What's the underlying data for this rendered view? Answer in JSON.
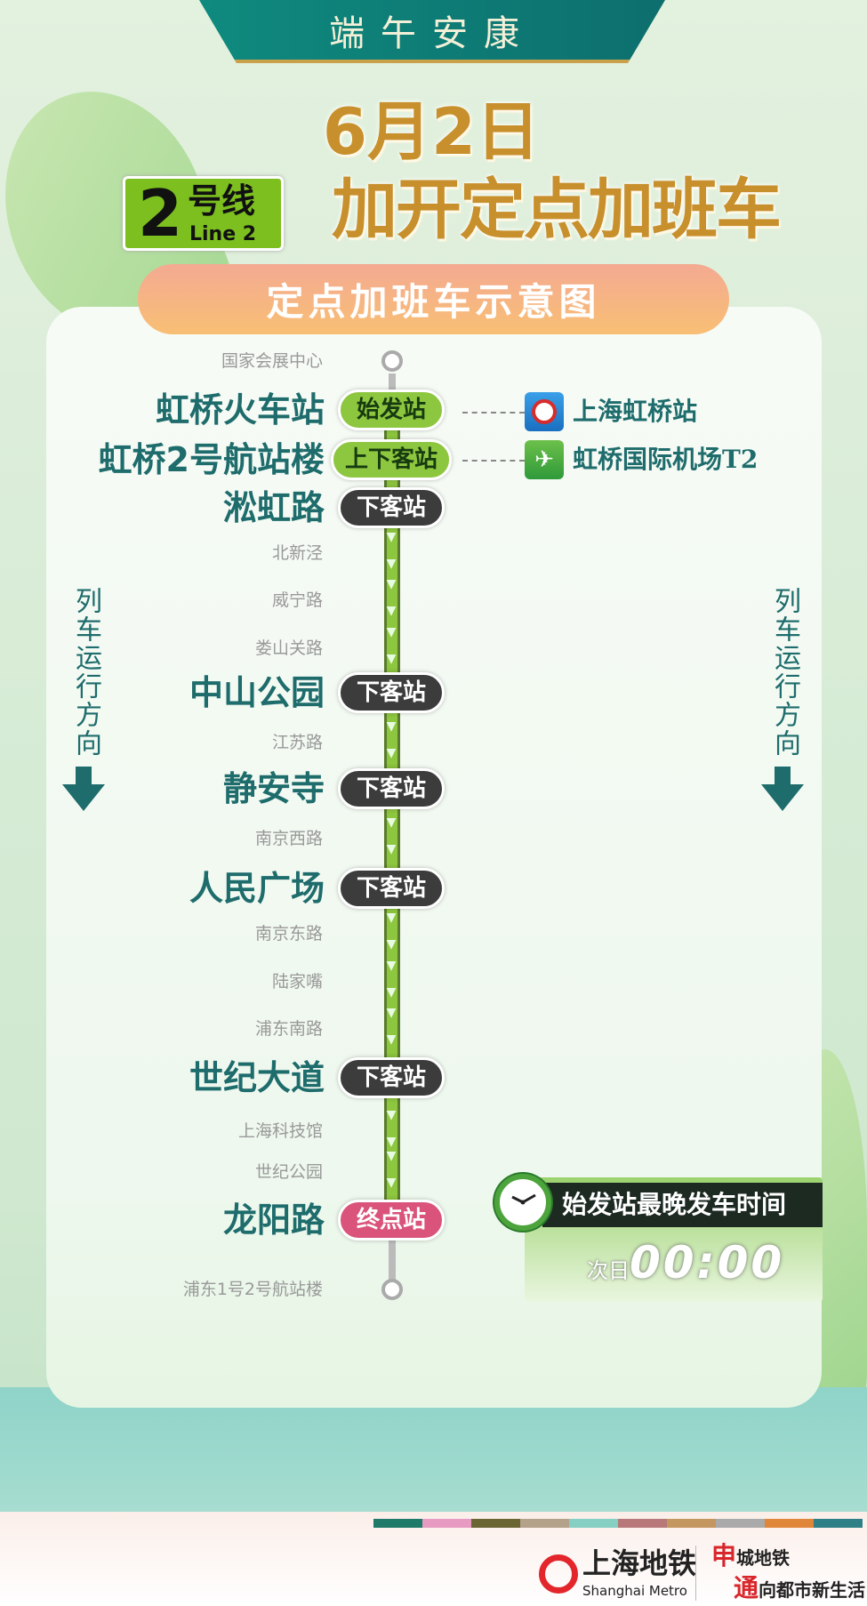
{
  "banner": "端午安康",
  "date": "6月2日",
  "headline": "加开定点加班车",
  "line_badge": {
    "number": "2",
    "cn": "号线",
    "en": "Line 2",
    "color": "#7cbf1f"
  },
  "subtitle": "定点加班车示意图",
  "direction_label": "列车运行方向",
  "stations": [
    {
      "name": "国家会展中心",
      "kind": "terminal-minor"
    },
    {
      "name": "虹桥火车站",
      "kind": "major",
      "tag": "始发站",
      "tag_type": "start"
    },
    {
      "name": "虹桥2号航站楼",
      "kind": "major",
      "tag": "上下客站",
      "tag_type": "start"
    },
    {
      "name": "淞虹路",
      "kind": "major",
      "tag": "下客站",
      "tag_type": "drop"
    },
    {
      "name": "北新泾",
      "kind": "minor"
    },
    {
      "name": "威宁路",
      "kind": "minor"
    },
    {
      "name": "娄山关路",
      "kind": "minor"
    },
    {
      "name": "中山公园",
      "kind": "major",
      "tag": "下客站",
      "tag_type": "drop"
    },
    {
      "name": "江苏路",
      "kind": "minor"
    },
    {
      "name": "静安寺",
      "kind": "major",
      "tag": "下客站",
      "tag_type": "drop"
    },
    {
      "name": "南京西路",
      "kind": "minor"
    },
    {
      "name": "人民广场",
      "kind": "major",
      "tag": "下客站",
      "tag_type": "drop"
    },
    {
      "name": "南京东路",
      "kind": "minor"
    },
    {
      "name": "陆家嘴",
      "kind": "minor"
    },
    {
      "name": "浦东南路",
      "kind": "minor"
    },
    {
      "name": "世纪大道",
      "kind": "major",
      "tag": "下客站",
      "tag_type": "drop"
    },
    {
      "name": "上海科技馆",
      "kind": "minor"
    },
    {
      "name": "世纪公园",
      "kind": "minor"
    },
    {
      "name": "龙阳路",
      "kind": "major",
      "tag": "终点站",
      "tag_type": "end"
    },
    {
      "name": "浦东1号2号航站楼",
      "kind": "terminal-minor"
    }
  ],
  "transfers": [
    {
      "name": "上海虹桥站",
      "icon": "railway-icon",
      "color": "#1a86d6"
    },
    {
      "name": "虹桥国际机场T2",
      "icon": "airplane-icon",
      "color": "#3aa845"
    }
  ],
  "last_departure": {
    "label": "始发站最晚发车时间",
    "prefix": "次日",
    "time": "00:00"
  },
  "footer": {
    "logo_cn": "上海地铁",
    "logo_en": "Shanghai Metro",
    "slogan1_mark": "申",
    "slogan1": "城地铁",
    "slogan2_mark": "通",
    "slogan2": "向都市新生活"
  }
}
